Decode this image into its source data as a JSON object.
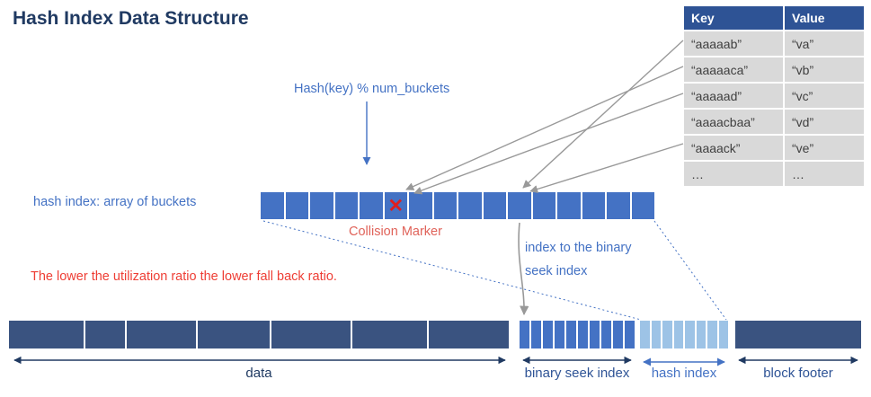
{
  "title": "Hash Index Data Structure",
  "annotations": {
    "hash_function": "Hash(key) % num_buckets",
    "bucket_array_label": "hash index: array of buckets",
    "collision_marker": "Collision Marker",
    "index_note": [
      "index to the binary",
      "seek index"
    ],
    "utilization_note": "The lower the utilization ratio the lower fall back ratio."
  },
  "table": {
    "headers": [
      "Key",
      "Value"
    ],
    "rows": [
      {
        "key": "“aaaaab”",
        "value": "“va”"
      },
      {
        "key": "“aaaaaca”",
        "value": "“vb”"
      },
      {
        "key": "“aaaaad”",
        "value": "“vc”"
      },
      {
        "key": "“aaaacbaa”",
        "value": "“vd”"
      },
      {
        "key": "“aaaack”",
        "value": "“ve”"
      },
      {
        "key": "…",
        "value": "…"
      }
    ]
  },
  "bucket_array": {
    "cell_count": 16,
    "collision_cell_index": 5,
    "collision_glyph": "✕"
  },
  "blocks": {
    "data": {
      "label": "data",
      "segments": [
        85,
        45,
        78,
        82,
        90,
        85,
        91
      ]
    },
    "binary_seek_index": {
      "label": "binary seek index",
      "segments": [
        1,
        1,
        1,
        1,
        1,
        1,
        1,
        1,
        1,
        1
      ]
    },
    "hash_index": {
      "label": "hash index",
      "segments": [
        1,
        1,
        1,
        1,
        1,
        1,
        1,
        1
      ]
    },
    "block_footer": {
      "label": "block footer",
      "segments": [
        1
      ]
    }
  },
  "colors": {
    "accent_blue": "#4472C4",
    "navy": "#203A62",
    "table_header_bg": "#2E5395",
    "table_row_bg": "#D9D9D9",
    "dark_block": "#3A5380",
    "light_block": "#9DC3E6",
    "collision_red": "#E01E1E",
    "note_red": "#EE3E35",
    "collision_label_color": "#E0635A",
    "connector_gray": "#999999"
  }
}
